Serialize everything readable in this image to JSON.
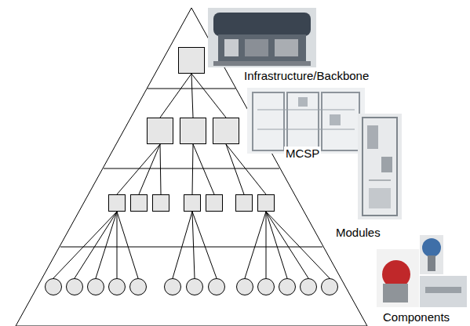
{
  "diagram": {
    "nodes": [
      {
        "text": []
      },
      {
        "text": []
      },
      {
        "text": []
      },
      {
        "text": []
      },
      {
        "text": []
      },
      {
        "text": []
      },
      {
        "text": []
      },
      {
        "text": []
      },
      {
        "text": []
      },
      {
        "text": []
      },
      {
        "text": []
      },
      {
        "text": []
      },
      {
        "text": []
      },
      {
        "text": []
      },
      {
        "text": []
      },
      {
        "text": []
      },
      {
        "text": []
      },
      {
        "text": []
      },
      {
        "text": []
      },
      {
        "text": []
      },
      {
        "text": []
      },
      {
        "text": []
      },
      {
        "text": []
      },
      {
        "text": []
      }
    ],
    "edges": [
      {
        "from": 0,
        "to": 1,
        "arrow": "none"
      },
      {
        "from": 0,
        "to": 2,
        "arrow": "none"
      },
      {
        "from": 0,
        "to": 3,
        "arrow": "none"
      },
      {
        "from": 1,
        "to": 4,
        "arrow": "none"
      },
      {
        "from": 1,
        "to": 5,
        "arrow": "none"
      },
      {
        "from": 1,
        "to": 6,
        "arrow": "none"
      },
      {
        "from": 2,
        "to": 7,
        "arrow": "none"
      },
      {
        "from": 2,
        "to": 8,
        "arrow": "none"
      },
      {
        "from": 3,
        "to": 9,
        "arrow": "none"
      },
      {
        "from": 3,
        "to": 10,
        "arrow": "none"
      },
      {
        "from": 4,
        "to": 11,
        "arrow": "none"
      },
      {
        "from": 4,
        "to": 12,
        "arrow": "none"
      },
      {
        "from": 4,
        "to": 13,
        "arrow": "none"
      },
      {
        "from": 4,
        "to": 14,
        "arrow": "none"
      },
      {
        "from": 4,
        "to": 15,
        "arrow": "none"
      },
      {
        "from": 7,
        "to": 16,
        "arrow": "none"
      },
      {
        "from": 7,
        "to": 17,
        "arrow": "none"
      },
      {
        "from": 7,
        "to": 18,
        "arrow": "none"
      },
      {
        "from": 10,
        "to": 19,
        "arrow": "none"
      },
      {
        "from": 10,
        "to": 20,
        "arrow": "none"
      },
      {
        "from": 10,
        "to": 21,
        "arrow": "none"
      },
      {
        "from": 10,
        "to": 22,
        "arrow": "none"
      },
      {
        "from": 10,
        "to": 23,
        "arrow": "none"
      }
    ],
    "labels": [
      "Infrastructure/Backbone",
      "MCSP",
      "Modules",
      "Components"
    ]
  }
}
